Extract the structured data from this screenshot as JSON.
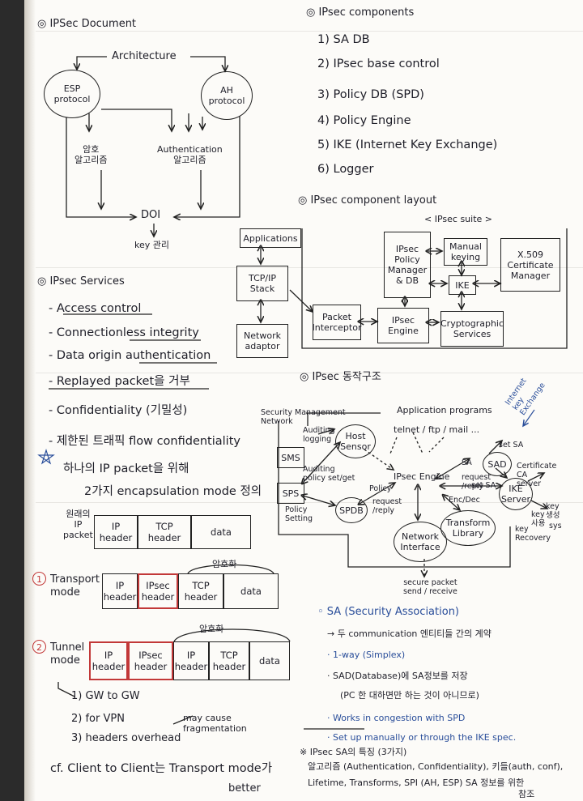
{
  "doc": {
    "title": "◎ IPSec Document",
    "architecture": {
      "top": "Architecture",
      "esp": "ESP\nprotocol",
      "ah": "AH\nprotocol",
      "enc": "암호\n알고리즘",
      "auth": "Authentication\n알고리즘",
      "doi": "DOI",
      "key": "key 관리"
    },
    "components": {
      "title": "◎ IPsec components",
      "items": [
        "1) SA DB",
        "2) IPsec base control",
        "3) Policy DB (SPD)",
        "4) Policy Engine",
        "5) IKE (Internet Key Exchange)",
        "6) Logger"
      ]
    },
    "layout": {
      "title": "◎ IPsec component layout",
      "suite": "< IPsec suite >",
      "applications": "Applications",
      "tcpip": "TCP/IP\nStack",
      "network_adaptor": "Network\nadaptor",
      "packet_interceptor": "Packet\nInterceptor",
      "ipsec_engine": "IPsec\nEngine",
      "policy_mgr": "IPsec\nPolicy\nManager\n& DB",
      "manual_keying": "Manual\nkeying",
      "ike": "IKE",
      "x509": "X.509\nCertificate\nManager",
      "crypto": "Cryptographic\nServices"
    },
    "services": {
      "title": "◎ IPsec Services",
      "items": [
        "- Access control",
        "- Connectionless integrity",
        "- Data origin authentication",
        "- Replayed packet을 거부",
        "- Confidentiality (기밀성)",
        "- 제한된 트래픽 flow confidentiality"
      ],
      "star_note": "하나의 IP packet을 위해",
      "star_note2": "2가지 encapsulation mode 정의"
    },
    "structure": {
      "title": "◎ IPsec 동작구조",
      "app_programs": "Application programs",
      "app_list": "telnet / ftp / mail ...",
      "smn": "Security Management\nNetwork",
      "sms": "SMS",
      "sps": "SPS",
      "host_sensor": "Host\nSensor",
      "engine": "IPsec Engine",
      "spdb": "SPDB",
      "sad": "SAD",
      "ike_server": "IKE\nServer",
      "transform": "Transform\nLibrary",
      "netif": "Network\nInterface",
      "auditing": "Auditing\nlogging",
      "auditing_policy": "Auditing\npolicy set/get",
      "policy": "Policy",
      "policy_setting": "Policy\nSetting",
      "request_reply": "request\n/reply",
      "sa": "SA",
      "set_sa": "set SA",
      "request_reply2": "request\n/reply",
      "set_sa2": "set SA",
      "encdec": "Enc/Dec",
      "certificate": "Certificate\nCA\nserver",
      "key": "key\n생성",
      "key2": "key\n사용",
      "recovery": "key\nRecovery",
      "sys": "sys",
      "ike_note": "Internet\nkey\nExchange",
      "secure_packet": "secure packet\nsend / receive"
    },
    "packets": {
      "orig_label": "원래의\nIP\npacket",
      "orig_cells": [
        "IP\nheader",
        "TCP\nheader",
        "data"
      ],
      "transport_num": "1",
      "transport_label": "Transport\nmode",
      "transport_enc": "암호화",
      "transport_cells": [
        "IP\nheader",
        "IPsec\nheader",
        "TCP\nheader",
        "data"
      ],
      "tunnel_num": "2",
      "tunnel_label": "Tunnel\nmode",
      "tunnel_enc": "암호화",
      "tunnel_cells": [
        "IP\nheader",
        "IPsec\nheader",
        "IP\nheader",
        "TCP\nheader",
        "data"
      ],
      "notes": [
        "1) GW to GW",
        "2) for VPN",
        "3) headers overhead"
      ],
      "may_cause": "may cause\nfragmentation",
      "cf": "cf. Client to Client는 Transport mode가",
      "better": "better"
    },
    "sa": {
      "title": "◦ SA (Security Association)",
      "line1": "→ 두 communication 엔티티들 간의 계약",
      "line2": "· 1-way (Simplex)",
      "line3": "· SAD(Database)에 SA정보를 저장",
      "line4": "(PC 한 대하면만 하는 것이 아니므로)",
      "line5": "· Works in congestion with SPD",
      "line6": "· Set up manually or through the IKE spec.",
      "line7": "※ IPsec SA의 특징 (3가지)",
      "line8": "알고리즘 (Authentication, Confidentiality), 키들(auth, conf),",
      "line9": "Lifetime, Transforms, SPI (AH, ESP) SA 정보를 위한",
      "line10": "참조"
    }
  }
}
